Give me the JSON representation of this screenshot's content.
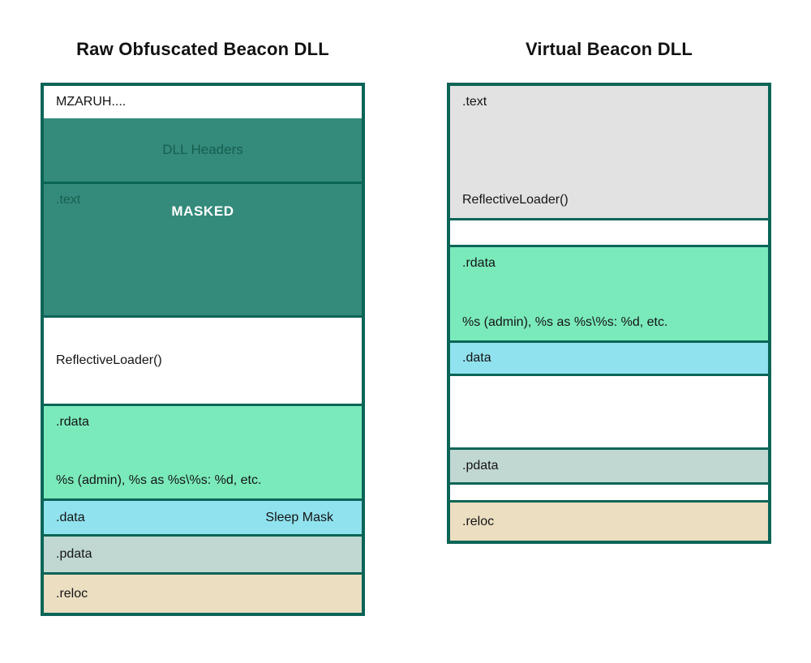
{
  "left": {
    "title": "Raw Obfuscated Beacon DLL",
    "mzaruh_text": "MZARUH....",
    "dll_headers_label": "DLL Headers",
    "text_section_label": ".text",
    "masked_label": "MASKED",
    "reflective_loader_label": "ReflectiveLoader()",
    "rdata_label": ".rdata",
    "rdata_strings": "%s (admin), %s as %s\\%s: %d, etc.",
    "data_label": ".data",
    "sleep_mask_label": "Sleep Mask",
    "pdata_label": ".pdata",
    "reloc_label": ".reloc"
  },
  "right": {
    "title": "Virtual Beacon DLL",
    "text_section_label": ".text",
    "reflective_loader_label": "ReflectiveLoader()",
    "rdata_label": ".rdata",
    "rdata_strings": "%s (admin), %s as %s\\%s: %d, etc.",
    "data_label": ".data",
    "pdata_label": ".pdata",
    "reloc_label": ".reloc"
  },
  "colors": {
    "border_dark_teal": "#0b6557",
    "section_teal": "#348a7b",
    "teal_text": "#17604f",
    "rdata_mint": "#7beabb",
    "data_cyan": "#90e2ee",
    "pdata_green_gray": "#c1d8d2",
    "reloc_tan": "#ebdec1",
    "virtual_text_gray": "#e2e2e2",
    "masked_text": "#ffffff",
    "label_text": "#141414"
  }
}
